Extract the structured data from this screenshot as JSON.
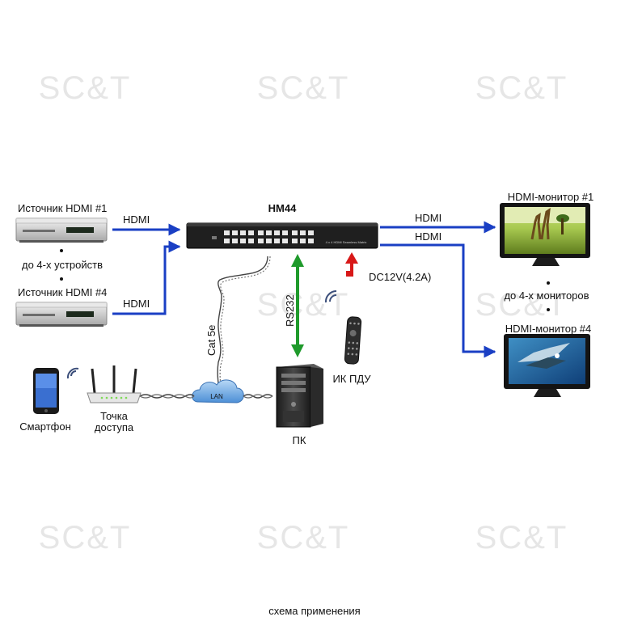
{
  "watermark": "SC&T",
  "caption": "схема применения",
  "device": {
    "title": "HM44",
    "front_label": "4 x 4 HDMI Seamless Matrix"
  },
  "sources": {
    "source1": "Источник HDMI #1",
    "dots_text": "до 4-х устройств",
    "source4": "Источник HDMI #4"
  },
  "monitors": {
    "monitor1": "HDMI-монитор #1",
    "dots_text": "до 4-х мониторов",
    "monitor4": "HDMI-монитор #4"
  },
  "links": {
    "hdmi_in_1": "HDMI",
    "hdmi_in_4": "HDMI",
    "hdmi_out_1": "HDMI",
    "hdmi_out_4": "HDMI",
    "cat5e": "Cat 5e",
    "rs232": "RS232",
    "power": "DC12V(4.2A)"
  },
  "network": {
    "lan": "LAN",
    "pc": "ПК",
    "remote": "ИК ПДУ",
    "smartphone": "Смартфон",
    "ap_line1": "Точка",
    "ap_line2": "доступа"
  },
  "colors": {
    "hdmi_arrow": "#1a3fc4",
    "rs232_arrow": "#1f9a2b",
    "power_arrow": "#d81818"
  }
}
